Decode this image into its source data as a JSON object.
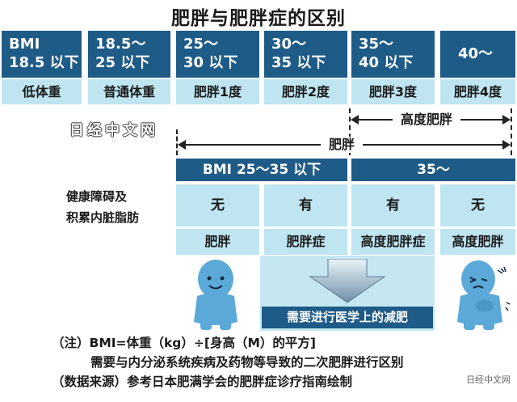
{
  "title": "肥胖与肥胖症的区别",
  "bmi_columns": [
    {
      "range_line1": "BMI",
      "range_line2": "18.5 以下",
      "category": "低体重"
    },
    {
      "range_line1": "18.5～",
      "range_line2": "25 以下",
      "category": "普通体重"
    },
    {
      "range_line1": "25～",
      "range_line2": "30 以下",
      "category": "肥胖1度"
    },
    {
      "range_line1": "30～",
      "range_line2": "35 以下",
      "category": "肥胖2度"
    },
    {
      "range_line1": "35～",
      "range_line2": "40 以下",
      "category": "肥胖3度"
    },
    {
      "range_line1": "40～",
      "range_line2": "",
      "category": "肥胖4度"
    }
  ],
  "brackets": {
    "high_obesity": "高度肥胖",
    "obesity": "肥胖"
  },
  "watermark_mid": "日经中文网",
  "grid": {
    "headers": [
      "BMI 25～35 以下",
      "35～"
    ],
    "row_label_line1": "健康障碍及",
    "row_label_line2": "积累内脏脂肪",
    "presence": [
      "无",
      "有",
      "有",
      "无"
    ],
    "diagnosis": [
      "肥胖",
      "肥胖症",
      "高度肥胖症",
      "高度肥胖"
    ]
  },
  "callout": "需要进行医学上的减肥",
  "notes": {
    "line1": "（注）BMI=体重（kg）÷[身高（M）的平方]",
    "line2": "需要与内分泌系统疾病及药物等导致的二次肥胖进行区别",
    "line3": "（数据来源）参考日本肥满学会的肥胖症诊疗指南绘制"
  },
  "watermark_corner": "日经中文网",
  "colors": {
    "header_blue": "#1e5b87",
    "cell_light_blue": "#bfe5f1",
    "figure_blue": "#5aa9d8"
  },
  "figures": [
    "smiling-person-icon",
    "sad-person-icon"
  ]
}
